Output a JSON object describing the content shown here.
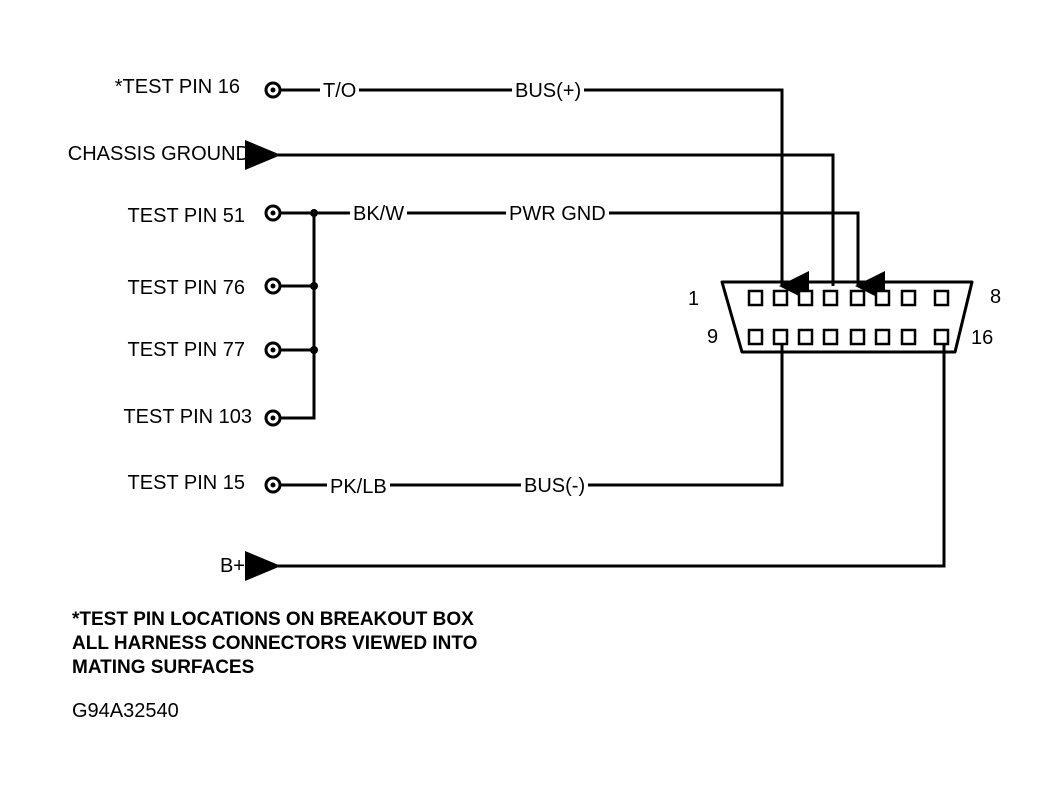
{
  "pin_labels": [
    "*TEST PIN 16",
    "CHASSIS GROUND",
    "TEST PIN 51",
    "TEST PIN 76",
    "TEST PIN 77",
    "TEST PIN 103",
    "TEST PIN 15",
    "B+"
  ],
  "wire_labels": {
    "to": "T/O",
    "bus_plus": "BUS(+)",
    "bkw": "BK/W",
    "pwr_gnd": "PWR GND",
    "pklb": "PK/LB",
    "bus_minus": "BUS(-)"
  },
  "connector_pins": {
    "p1": "1",
    "p8": "8",
    "p9": "9",
    "p16": "16"
  },
  "notes": [
    "*TEST PIN LOCATIONS ON BREAKOUT BOX",
    "ALL HARNESS CONNECTORS VIEWED INTO",
    "MATING SURFACES"
  ],
  "figure_code": "G94A32540",
  "colors": {
    "ink": "#000000",
    "background": "#ffffff"
  }
}
